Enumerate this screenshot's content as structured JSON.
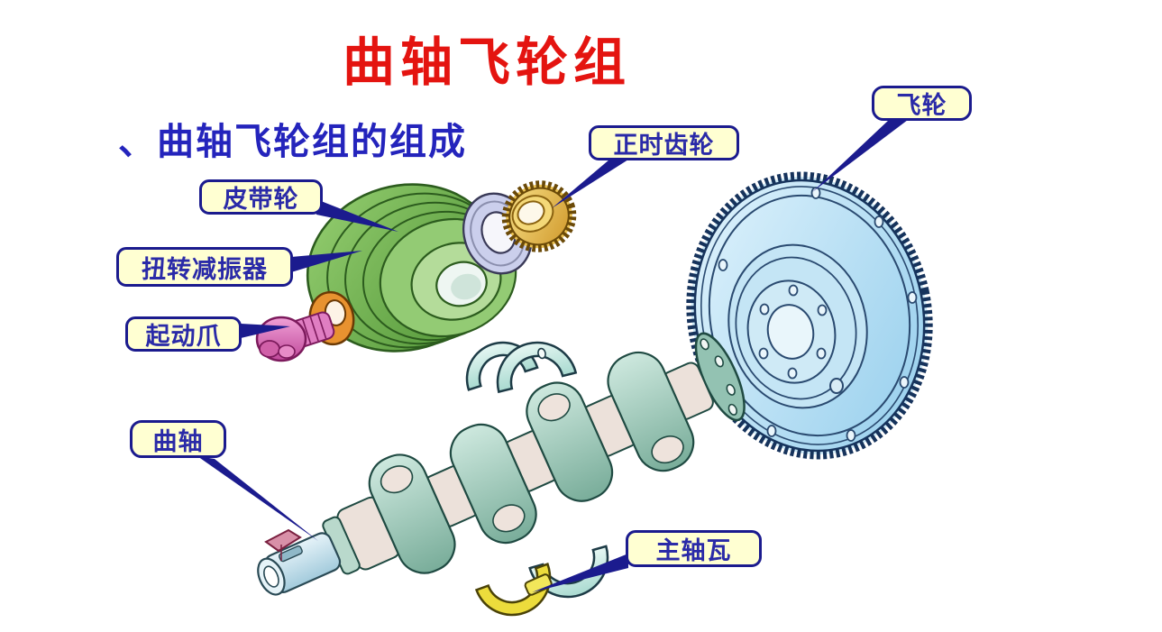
{
  "title": {
    "text": "曲轴飞轮组",
    "color": "#e41410"
  },
  "subtitle": {
    "text": "、曲轴飞轮组的组成",
    "color": "#2424bc"
  },
  "callouts": [
    {
      "id": "belt-pulley",
      "text": "皮带轮"
    },
    {
      "id": "torsional-damper",
      "text": "扭转减振器"
    },
    {
      "id": "starting-claw",
      "text": "起动爪"
    },
    {
      "id": "crankshaft",
      "text": "曲轴"
    },
    {
      "id": "timing-gear",
      "text": "正时齿轮"
    },
    {
      "id": "flywheel",
      "text": "飞轮"
    },
    {
      "id": "main-bearing",
      "text": "主轴瓦"
    }
  ],
  "callout_style": {
    "background": "#ffffd2",
    "border": "#1b1b8e",
    "text_color": "#2a2aa8"
  },
  "illustration": {
    "parts": [
      {
        "name": "flywheel",
        "color": "#b9e3f7"
      },
      {
        "name": "crankshaft",
        "color": "#9ccaba"
      },
      {
        "name": "belt-pulley-torsional-damper",
        "color": "#6db54e"
      },
      {
        "name": "timing-gear",
        "color": "#e3b93f"
      },
      {
        "name": "oil-slinger-washer",
        "color": "#c9cdec"
      },
      {
        "name": "starting-claw",
        "color": "#d860b0"
      },
      {
        "name": "claw-washer",
        "color": "#e89230"
      },
      {
        "name": "upper-main-bearing-shells",
        "color": "#cfeae6"
      },
      {
        "name": "lower-main-bearing-shell-yellow",
        "color": "#ecdc3c"
      },
      {
        "name": "lower-main-bearing-shell-cyan",
        "color": "#cfeae6"
      },
      {
        "name": "woodruff-key",
        "color": "#d890a8"
      },
      {
        "name": "leader-lines",
        "color": "#1b1b8e"
      }
    ]
  }
}
